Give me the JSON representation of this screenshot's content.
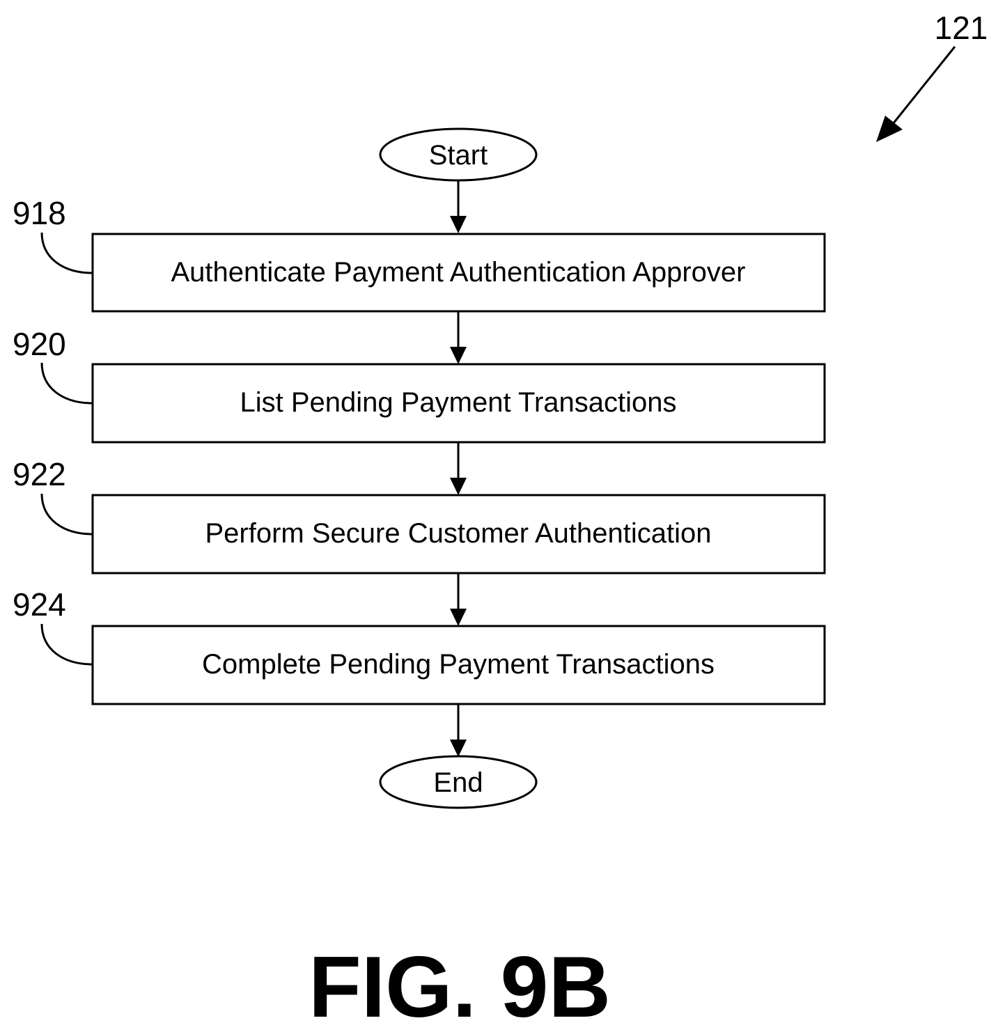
{
  "figure": {
    "reference_number": "121",
    "caption": "FIG. 9B"
  },
  "terminals": {
    "start": "Start",
    "end": "End"
  },
  "steps": [
    {
      "id": "918",
      "label": "Authenticate Payment Authentication Approver"
    },
    {
      "id": "920",
      "label": "List Pending Payment Transactions"
    },
    {
      "id": "922",
      "label": "Perform Secure Customer Authentication"
    },
    {
      "id": "924",
      "label": "Complete Pending Payment Transactions"
    }
  ],
  "colors": {
    "stroke": "#000000",
    "background": "#ffffff"
  }
}
